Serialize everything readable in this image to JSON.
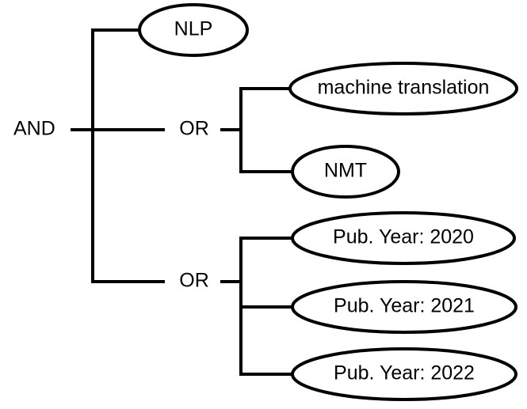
{
  "diagram": {
    "root": {
      "label": "AND"
    },
    "branch_1": {
      "label": "NLP"
    },
    "branch_2": {
      "label": "OR",
      "children": [
        {
          "label": "machine translation"
        },
        {
          "label": "NMT"
        }
      ]
    },
    "branch_3": {
      "label": "OR",
      "children": [
        {
          "label": "Pub. Year: 2020"
        },
        {
          "label": "Pub. Year: 2021"
        },
        {
          "label": "Pub. Year: 2022"
        }
      ]
    }
  }
}
